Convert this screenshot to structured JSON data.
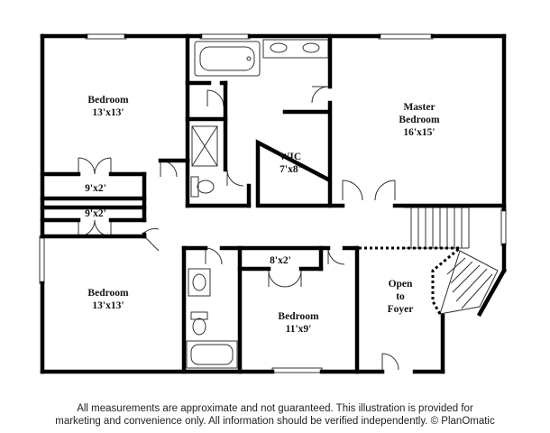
{
  "rooms": {
    "bedroom_top_left": {
      "name": "Bedroom",
      "size": "13'x13'"
    },
    "closet_upper": {
      "size": "9'x2'"
    },
    "closet_lower": {
      "size": "9'x2'"
    },
    "bedroom_bottom_left": {
      "name": "Bedroom",
      "size": "13'x13'"
    },
    "wic": {
      "name": "WIC",
      "size": "7'x8'"
    },
    "master_bedroom": {
      "name_line1": "Master",
      "name_line2": "Bedroom",
      "size": "16'x15'"
    },
    "closet_small": {
      "size": "8'x2'"
    },
    "bedroom_bottom_center": {
      "name": "Bedroom",
      "size": "11'x9'"
    },
    "open_to_foyer": {
      "line1": "Open",
      "line2": "to",
      "line3": "Foyer"
    }
  },
  "disclaimer": {
    "line1": "All measurements are approximate and not guaranteed. This illustration is provided for",
    "line2": "marketing and convenience only. All information should be verified independently. © PlanOmatic"
  },
  "colors": {
    "wall": "#000000",
    "line": "#333333",
    "background": "#ffffff"
  }
}
